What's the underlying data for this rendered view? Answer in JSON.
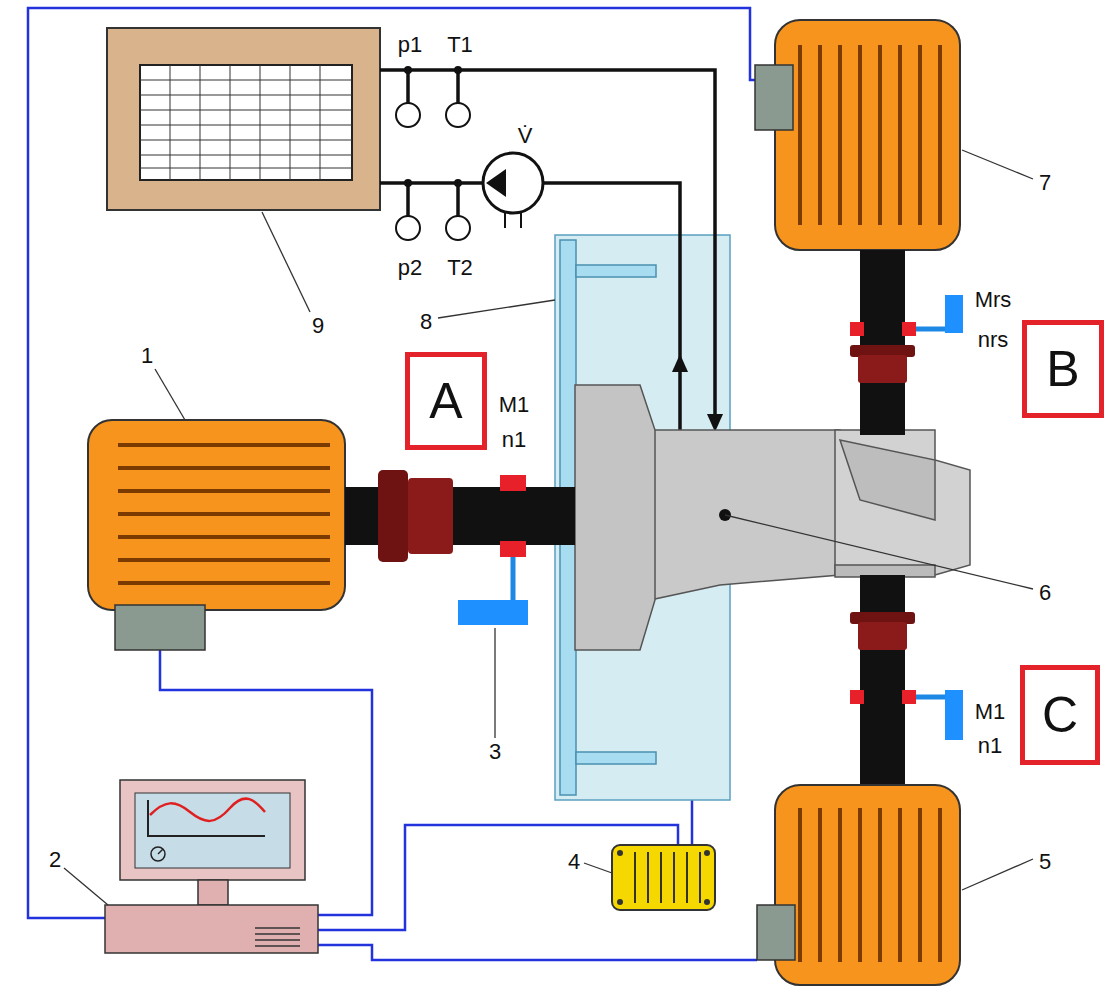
{
  "diagram": {
    "nodes": [
      {
        "text": [
          "A"
        ]
      },
      {
        "text": [
          "B"
        ]
      },
      {
        "text": [
          "C"
        ]
      }
    ],
    "labels": [
      "p1",
      "T1",
      "V̇",
      "p2",
      "T2",
      "9",
      "8",
      "1",
      "M1",
      "n1",
      "Mrs",
      "nrs",
      "7",
      "6",
      "M1",
      "n1",
      "3",
      "4",
      "2",
      "5"
    ]
  }
}
